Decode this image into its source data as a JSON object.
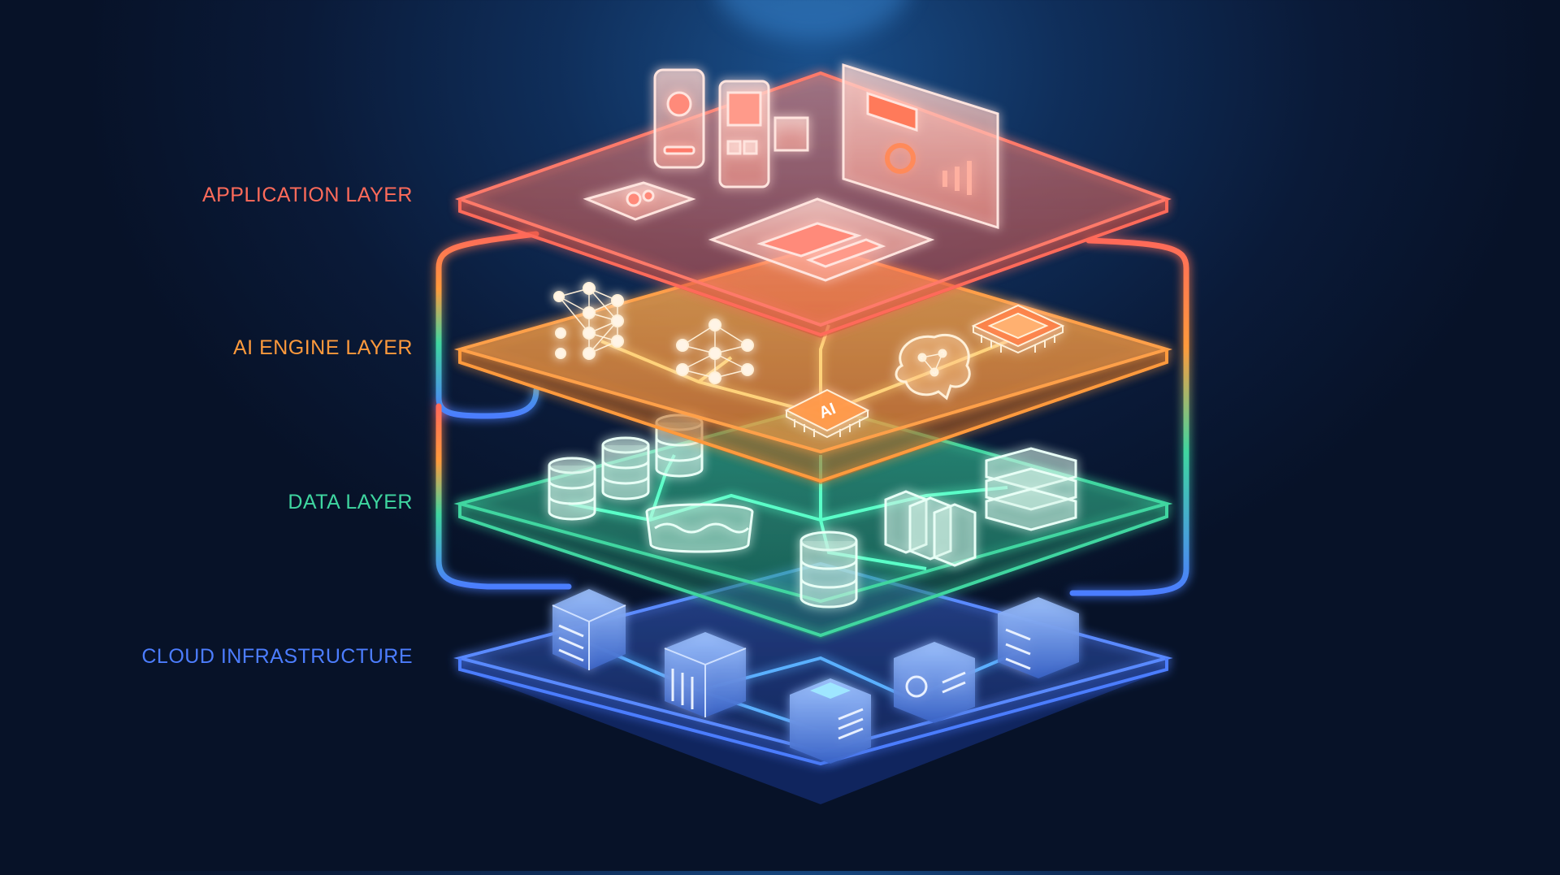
{
  "layers": [
    {
      "key": "application",
      "label": "APPLICATION LAYER",
      "color": "#ff6b5a"
    },
    {
      "key": "ai_engine",
      "label": "AI ENGINE LAYER",
      "color": "#ff9a3c"
    },
    {
      "key": "data",
      "label": "DATA LAYER",
      "color": "#3fd6a0"
    },
    {
      "key": "cloud",
      "label": "CLOUD INFRASTRUCTURE",
      "color": "#4c7dff"
    }
  ],
  "chip_text": "AI"
}
